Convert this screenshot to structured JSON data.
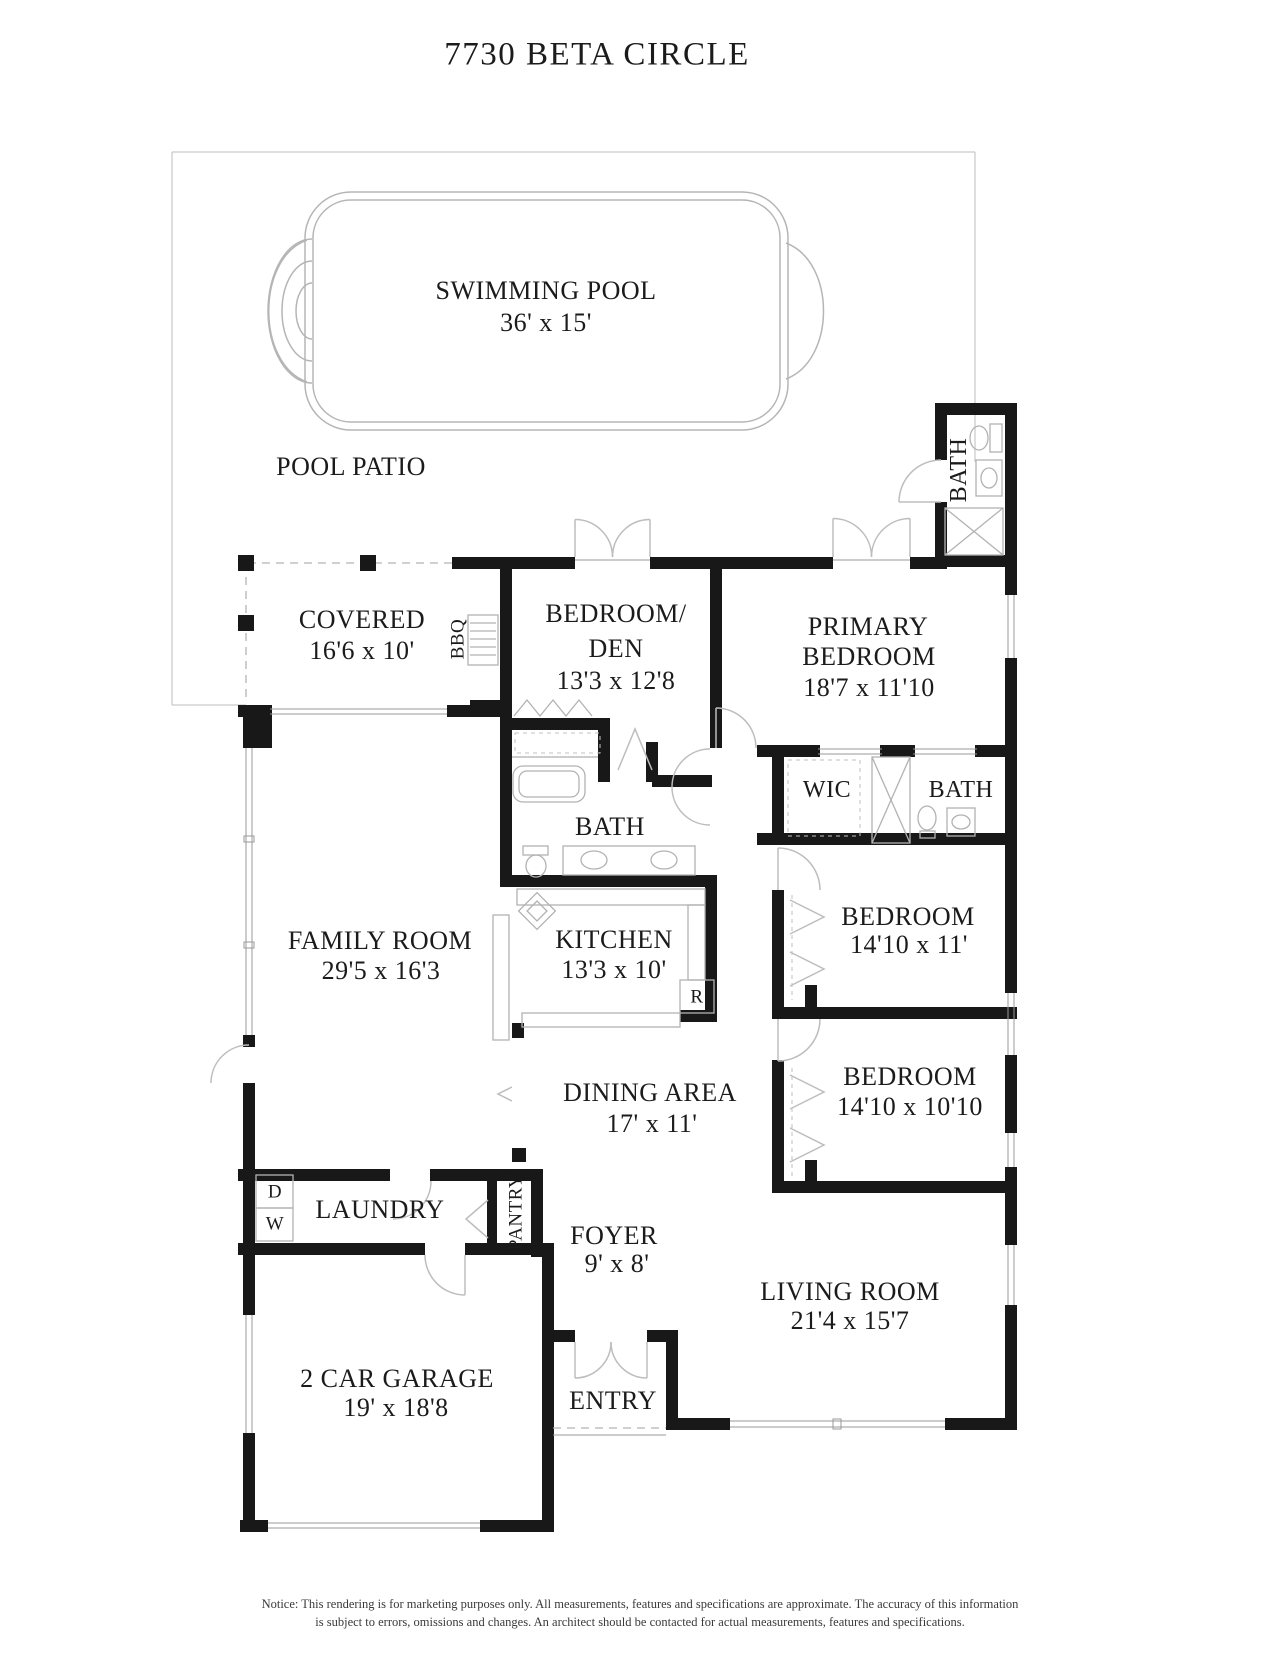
{
  "title": "7730 BETA CIRCLE",
  "outdoor": {
    "pool_label": "SWIMMING POOL",
    "pool_dims": "36' x 15'",
    "patio_label": "POOL PATIO"
  },
  "rooms": {
    "covered": {
      "name": "COVERED",
      "dims": "16'6 x 10'"
    },
    "bedroom_den": {
      "name1": "BEDROOM/",
      "name2": "DEN",
      "dims": "13'3 x 12'8"
    },
    "primary_bedroom": {
      "name1": "PRIMARY",
      "name2": "BEDROOM",
      "dims": "18'7 x 11'10"
    },
    "pool_bath": {
      "name": "BATH"
    },
    "wic": {
      "name": "WIC"
    },
    "primary_bath": {
      "name": "BATH"
    },
    "hall_bath": {
      "name": "BATH"
    },
    "family_room": {
      "name": "FAMILY ROOM",
      "dims": "29'5 x 16'3"
    },
    "kitchen": {
      "name": "KITCHEN",
      "dims": "13'3 x 10'"
    },
    "bedroom_1": {
      "name": "BEDROOM",
      "dims": "14'10 x 11'"
    },
    "bedroom_2": {
      "name": "BEDROOM",
      "dims": "14'10 x 10'10"
    },
    "dining_area": {
      "name": "DINING AREA",
      "dims": "17' x 11'"
    },
    "living_room": {
      "name": "LIVING ROOM",
      "dims": "21'4 x 15'7"
    },
    "laundry": {
      "name": "LAUNDRY"
    },
    "pantry": {
      "name": "PANTRY"
    },
    "foyer": {
      "name": "FOYER",
      "dims": "9' x 8'"
    },
    "entry": {
      "name": "ENTRY"
    },
    "garage": {
      "name": "2 CAR GARAGE",
      "dims": "19' x 18'8"
    }
  },
  "fixtures": {
    "bbq": "BBQ",
    "dryer": "D",
    "washer": "W",
    "refrigerator": "R"
  },
  "notice": {
    "line1": "Notice: This rendering is for marketing purposes only. All measurements, features and specifications are approximate. The accuracy of this information",
    "line2": "is subject to errors, omissions and changes. An architect should be contacted for actual measurements, features and specifications."
  }
}
